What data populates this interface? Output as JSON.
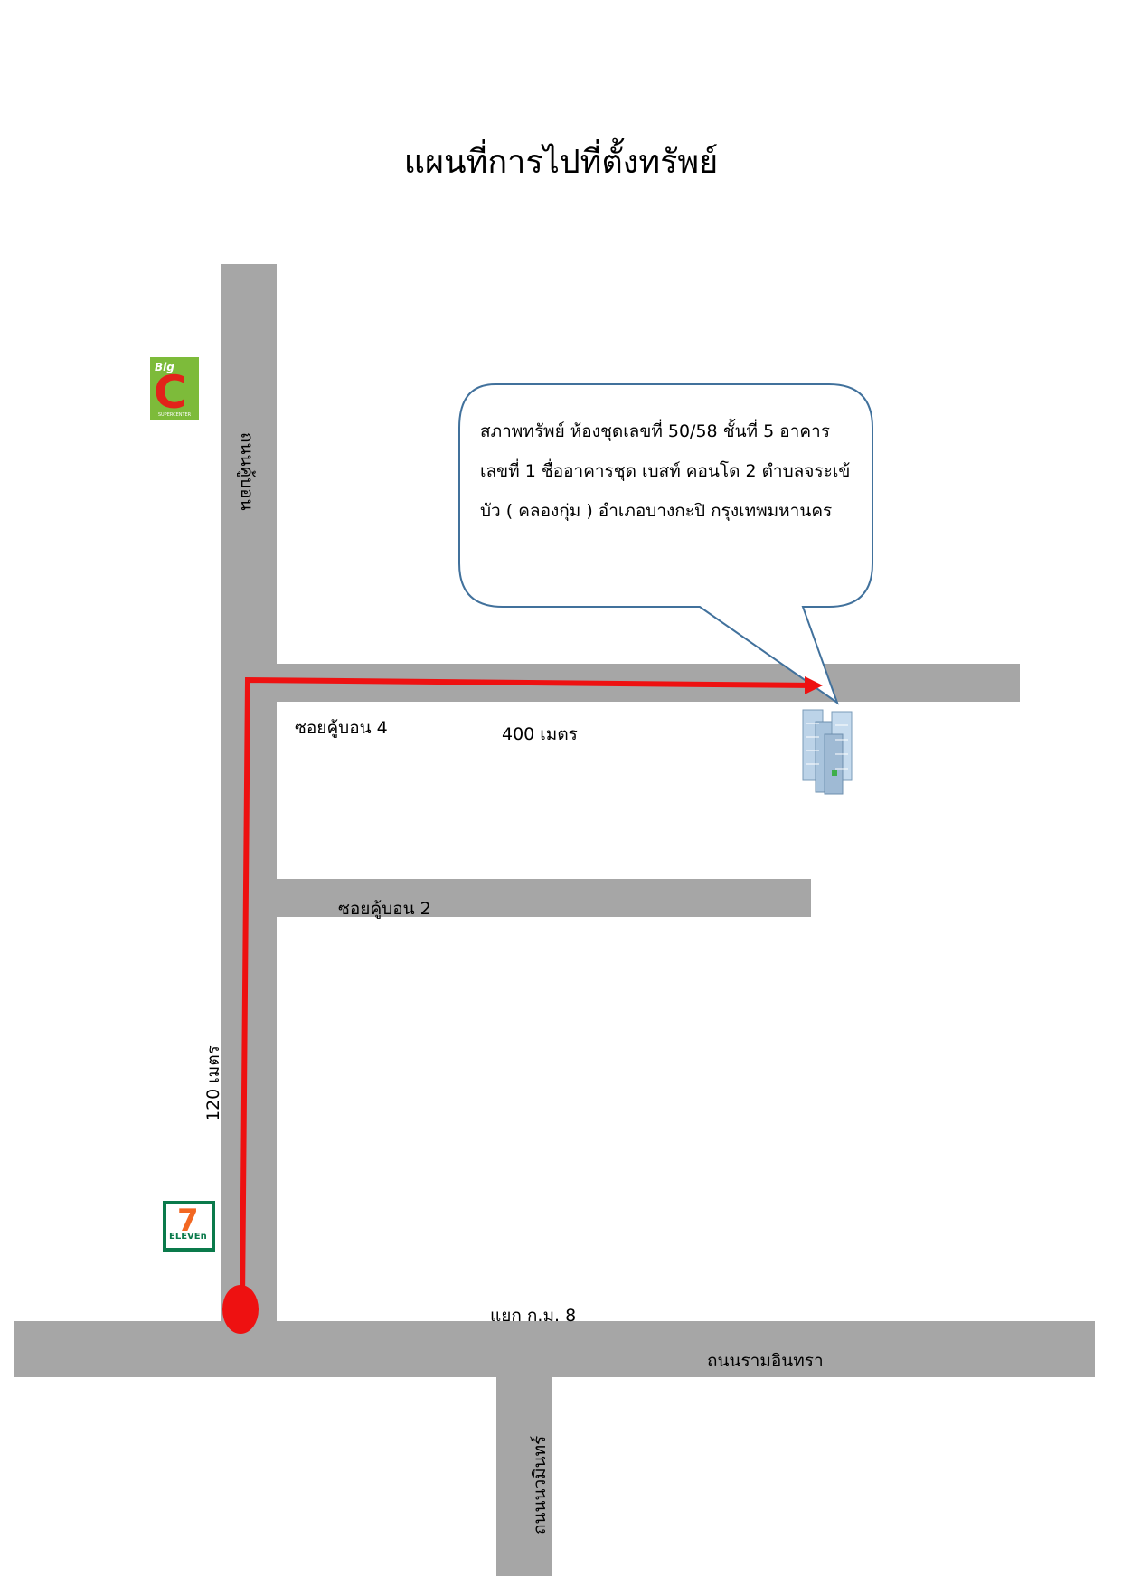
{
  "title": "แผนที่การไปที่ตั้งทรัพย์",
  "roads": {
    "khu_bon": "ถนนคู้บอน",
    "soi_4": "ซอยคู้บอน 4",
    "soi_2": "ซอยคู้บอน 2",
    "ram_inthra": "ถนนรามอินทรา",
    "nawamin": "ถนนนวมินทร์",
    "junction": "แยก ก.ม. 8"
  },
  "distances": {
    "vertical": "120 เมตร",
    "horizontal": "400 เมตร"
  },
  "callout": {
    "line1": "สภาพทรัพย์ ห้องชุดเลขที่ 50/58 ชั้นที่ 5 อาคาร",
    "line2": "เลขที่ 1 ชื่ออาคารชุด เบสท์ คอนโด 2  ตำบลจระเข้",
    "line3": "บัว ( คลองกุ่ม ) อำเภอบางกะปิ กรุงเทพมหานคร"
  },
  "landmarks": {
    "bigc": {
      "brand": "Big",
      "letter": "C",
      "sub": "SUPERCENTER"
    },
    "seven_eleven": {
      "number": "7",
      "word": "ELEVEn"
    }
  },
  "colors": {
    "road": "#a6a6a6",
    "route": "#ee1111",
    "callout_border": "#41719c"
  },
  "icons": [
    "building-icon",
    "start-point-marker",
    "route-arrow"
  ]
}
